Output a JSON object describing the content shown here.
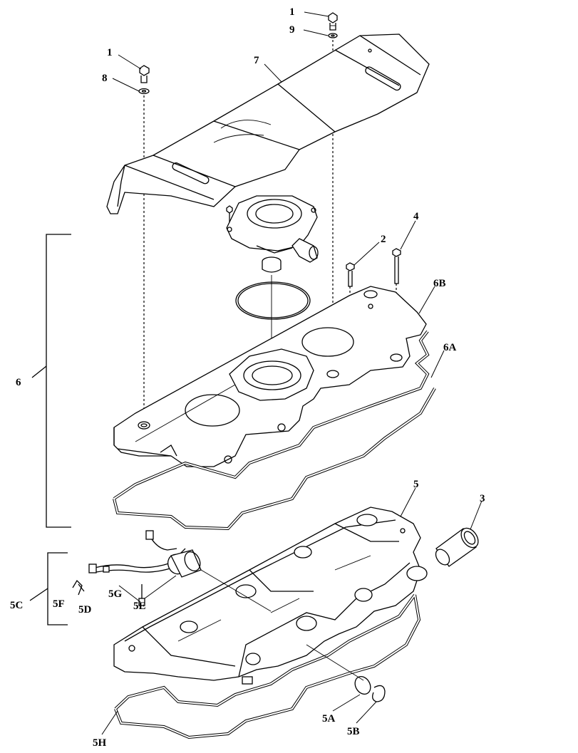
{
  "callouts": {
    "c1a": "1",
    "c9": "9",
    "c1b": "1",
    "c8": "8",
    "c7": "7",
    "c2": "2",
    "c4": "4",
    "c6b": "6B",
    "c6a": "6A",
    "c6": "6",
    "c5": "5",
    "c3": "3",
    "c5c": "5C",
    "c5f": "5F",
    "c5d": "5D",
    "c5g": "5G",
    "c5e": "5E",
    "c5a": "5A",
    "c5b": "5B",
    "c5h": "5H"
  }
}
